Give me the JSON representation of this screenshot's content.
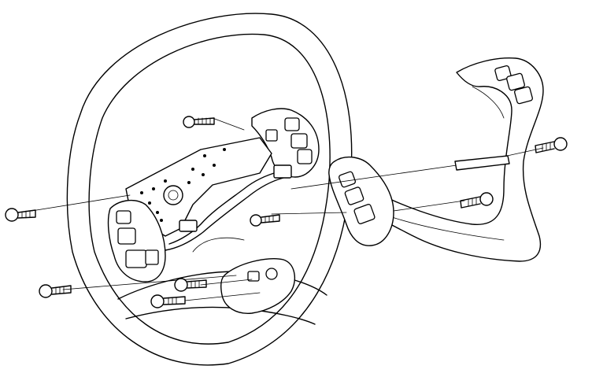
{
  "diagram": {
    "background": "#ffffff",
    "line_color": "#000000",
    "screws": [
      {
        "id": "top-left"
      },
      {
        "id": "far-left"
      },
      {
        "id": "lower-left"
      },
      {
        "id": "center-lower-1"
      },
      {
        "id": "center-lower-2"
      },
      {
        "id": "center"
      },
      {
        "id": "right-upper"
      },
      {
        "id": "right-middle"
      }
    ]
  }
}
